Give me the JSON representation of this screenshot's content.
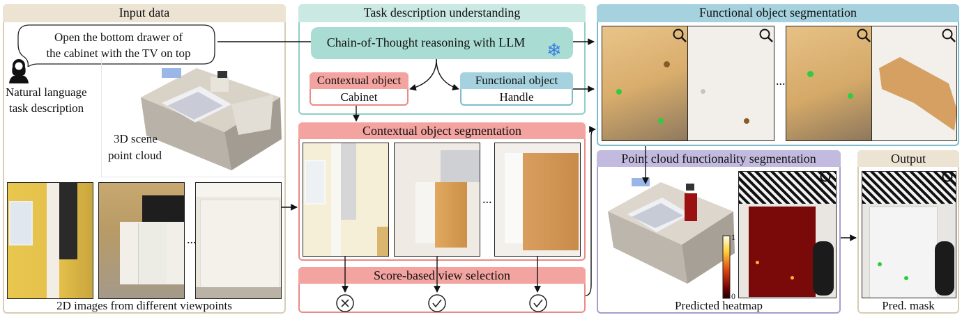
{
  "input": {
    "title": "Input data",
    "speech": [
      "Open the bottom drawer of",
      "the cabinet with the TV on top"
    ],
    "nl_label": [
      "Natural language",
      "task description"
    ],
    "scene_label": [
      "3D scene",
      "point cloud"
    ],
    "images_caption": "2D images from different viewpoints",
    "ellipsis": "..."
  },
  "task": {
    "title": "Task description understanding",
    "cot": "Chain-of-Thought reasoning with LLM",
    "ctx_title": "Contextual object",
    "ctx_value": "Cabinet",
    "func_title": "Functional object",
    "func_value": "Handle"
  },
  "ctxseg": {
    "title": "Contextual object segmentation",
    "ellipsis": "..."
  },
  "score": {
    "title": "Score-based view selection",
    "marks": [
      "reject",
      "accept",
      "accept"
    ]
  },
  "funcseg": {
    "title": "Functional object segmentation",
    "ellipsis": "..."
  },
  "pcseg": {
    "title": "Point cloud functionality segmentation",
    "caption": "Predicted heatmap",
    "cb_max": "1",
    "cb_min": "0"
  },
  "output": {
    "title": "Output",
    "caption": "Pred. mask"
  },
  "colors": {
    "input_hdr": "#ece3d3",
    "input_border": "#d9ccb4",
    "teal_hdr": "#cbe9e3",
    "teal_border": "#8fcfc4",
    "teal_fill": "#a9ddd3",
    "red_hdr": "#f3a3a0",
    "red_border": "#ea8a86",
    "blue_hdr": "#a5d2de",
    "blue_border": "#7ebccc",
    "purple_hdr": "#c3bbdf",
    "purple_border": "#a79dcc"
  }
}
